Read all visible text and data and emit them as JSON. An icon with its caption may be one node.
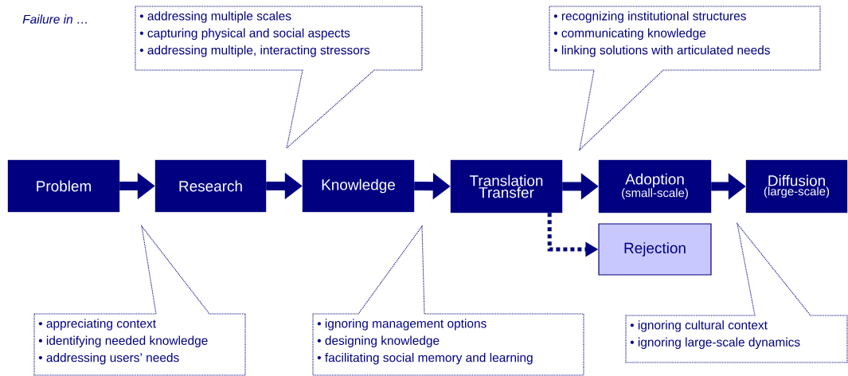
{
  "diagram": {
    "nodes": [
      {
        "text": [
          "Problem"
        ]
      },
      {
        "text": [
          "Research"
        ]
      },
      {
        "text": [
          "Knowledge"
        ]
      },
      {
        "text": [
          "Translation Transfer"
        ]
      },
      {
        "text": [
          "Adoption",
          "(small-scale)"
        ]
      },
      {
        "text": [
          "Diffusion",
          "(large-scale)"
        ]
      },
      {
        "text": [
          "Rejection"
        ]
      },
      {
        "text": [
          "• addressing multiple scales",
          "• capturing physical and social aspects",
          "• addressing multiple, interacting stressors"
        ]
      },
      {
        "text": [
          "• recognizing institutional structures",
          "• communicating knowledge",
          "• linking solutions with articulated needs"
        ]
      },
      {
        "text": [
          "• appreciating context",
          "• identifying needed knowledge",
          "• addressing users’ needs"
        ]
      },
      {
        "text": [
          "• ignoring management options",
          "• designing knowledge",
          "• facilitating social memory and learning"
        ]
      },
      {
        "text": [
          "• ignoring cultural context",
          "• ignoring large-scale dynamics"
        ]
      }
    ],
    "edges": [
      {
        "from": 0,
        "to": 1,
        "arrow": "to"
      },
      {
        "from": 1,
        "to": 2,
        "arrow": "to"
      },
      {
        "from": 2,
        "to": 3,
        "arrow": "to"
      },
      {
        "from": 3,
        "to": 4,
        "arrow": "to"
      },
      {
        "from": 4,
        "to": 5,
        "arrow": "to"
      },
      {
        "from": 3,
        "to": 6,
        "arrow": "to",
        "style": "dashed"
      }
    ],
    "labels": [
      "Failure in …"
    ]
  }
}
